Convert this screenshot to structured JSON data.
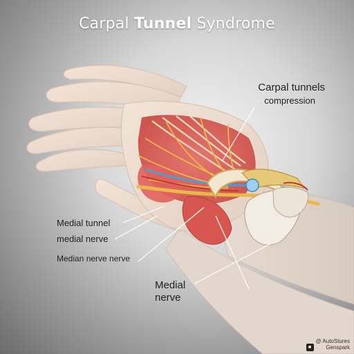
{
  "title": {
    "words": [
      {
        "text": "Carpal",
        "strong": false
      },
      {
        "text": "Tunnel",
        "strong": true
      },
      {
        "text": "Syndrome",
        "strong": false
      }
    ]
  },
  "labels": {
    "carpal_tunnels": "Carpal tunnels",
    "compression": "compression",
    "medial_tunnel": "Medial tunnel",
    "medial_nerve": "medial nerve",
    "median_nerve_nerve": "Median nerve nerve",
    "medial_nerve_lower_1": "Medial",
    "medial_nerve_lower_2": "nerve"
  },
  "watermark": {
    "line1": "@ AutoStures",
    "line2": "Genspark"
  },
  "colors": {
    "skin": "#ecdcd0",
    "muscle": "#d9534f",
    "nerve": "#e8b84a",
    "vessel": "#4a9fd8",
    "bone": "#f2ede4",
    "text_dark": "#222222",
    "title": "#ffffff"
  },
  "icons": {
    "watermark_logo": "genspark-logo-icon"
  }
}
